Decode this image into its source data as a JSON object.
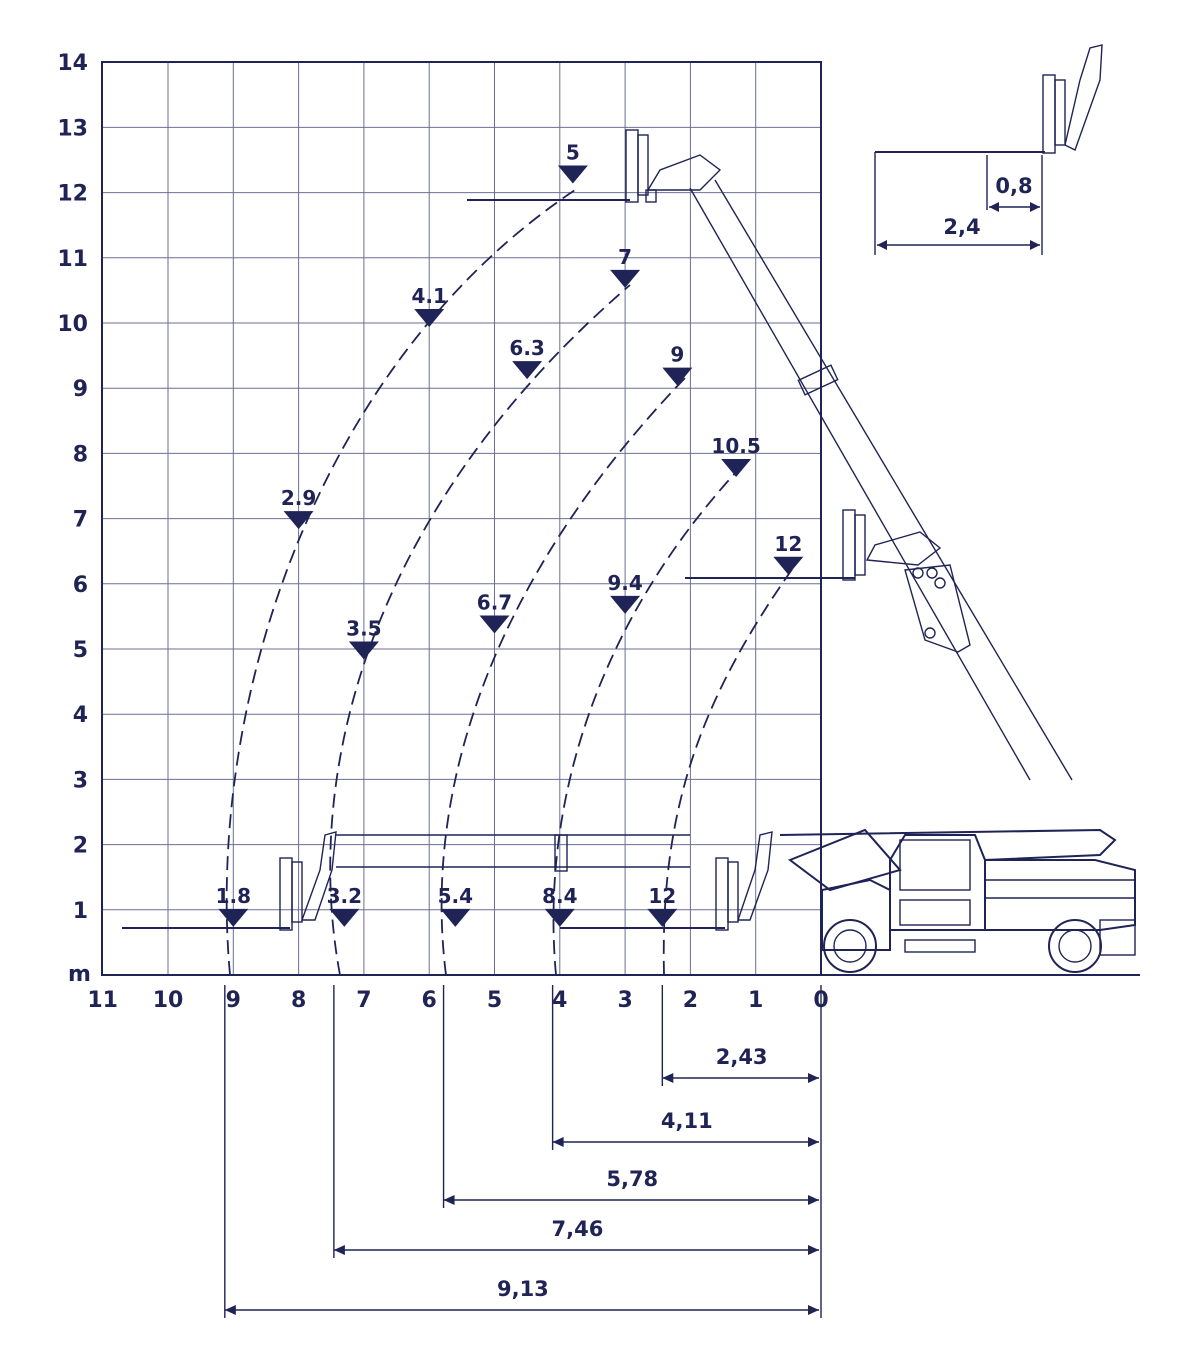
{
  "diagram": {
    "units_label": "m",
    "x_ticks": [
      "11",
      "10",
      "9",
      "8",
      "7",
      "6",
      "5",
      "4",
      "3",
      "2",
      "1",
      "0"
    ],
    "y_ticks": [
      "1",
      "2",
      "3",
      "4",
      "5",
      "6",
      "7",
      "8",
      "9",
      "10",
      "11",
      "12",
      "13",
      "14"
    ],
    "load_points": [
      {
        "label": "5",
        "x": 3.8,
        "y": 12.2
      },
      {
        "label": "4.1",
        "x": 6.0,
        "y": 10.0
      },
      {
        "label": "2.9",
        "x": 8.0,
        "y": 6.9
      },
      {
        "label": "1.8",
        "x": 9.0,
        "y": 0.8
      },
      {
        "label": "7",
        "x": 3.0,
        "y": 10.6
      },
      {
        "label": "6.3",
        "x": 4.5,
        "y": 9.2
      },
      {
        "label": "3.5",
        "x": 7.0,
        "y": 4.9
      },
      {
        "label": "3.2",
        "x": 7.3,
        "y": 0.8
      },
      {
        "label": "9",
        "x": 2.2,
        "y": 9.1
      },
      {
        "label": "6.7",
        "x": 5.0,
        "y": 5.3
      },
      {
        "label": "5.4",
        "x": 5.6,
        "y": 0.8
      },
      {
        "label": "10.5",
        "x": 1.3,
        "y": 7.7
      },
      {
        "label": "9.4",
        "x": 3.0,
        "y": 5.6
      },
      {
        "label": "8.4",
        "x": 4.0,
        "y": 0.8
      },
      {
        "label": "12",
        "x": 0.5,
        "y": 6.2
      },
      {
        "label": "12",
        "x": 2.43,
        "y": 0.8
      }
    ],
    "reach_dimensions": [
      "2,43",
      "4,11",
      "5,78",
      "7,46",
      "9,13"
    ],
    "inset_dimensions": [
      "0,8",
      "2,4"
    ]
  }
}
